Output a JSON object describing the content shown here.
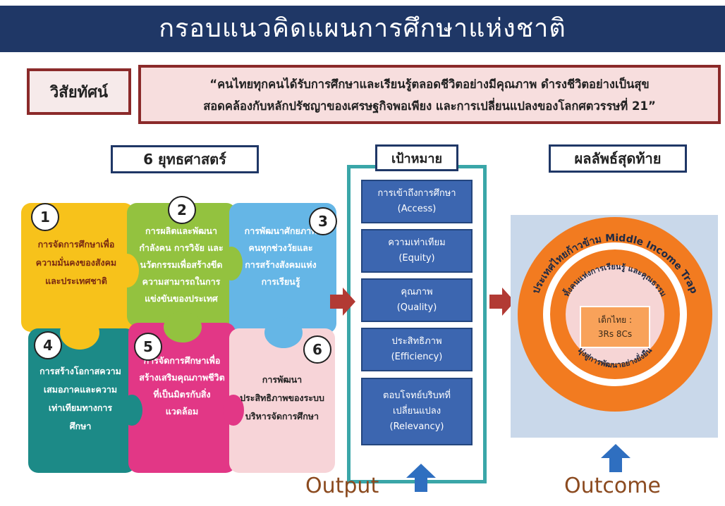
{
  "title": "กรอบแนวคิดแผนการศึกษาแห่งชาติ",
  "vision": {
    "label": "วิสัยทัศน์",
    "line1": "“คนไทยทุกคนได้รับการศึกษาและเรียนรู้ตลอดชีวิตอย่างมีคุณภาพ ดำรงชีวิตอย่างเป็นสุข",
    "line2": "สอดคล้องกับหลักปรัชญาของเศรษฐกิจพอเพียง และการเปลี่ยนแปลงของโลกศตวรรษที่ 21”"
  },
  "strategies": {
    "header": "6 ยุทธศาสตร์",
    "items": [
      {
        "number": "1",
        "text": "การจัดการศึกษาเพื่อความมั่นคงของสังคมและประเทศชาติ"
      },
      {
        "number": "2",
        "text": "การผลิตและพัฒนากำลังคน การวิจัย และนวัตกรรมเพื่อสร้างขีดความสามารถในการแข่งขันของประเทศ"
      },
      {
        "number": "3",
        "text": "การพัฒนาศักยภาพคนทุกช่วงวัยและการสร้างสังคมแห่งการเรียนรู้"
      },
      {
        "number": "4",
        "text": "การสร้างโอกาสความเสมอภาคและความเท่าเทียมทางการศึกษา"
      },
      {
        "number": "5",
        "text": "การจัดการศึกษาเพื่อสร้างเสริมคุณภาพชีวิตที่เป็นมิตรกับสิ่งแวดล้อม"
      },
      {
        "number": "6",
        "text": "การพัฒนาประสิทธิภาพของระบบบริหารจัดการศึกษา"
      }
    ]
  },
  "goals": {
    "header": "เป้าหมาย",
    "items": [
      {
        "th": "การเข้าถึงการศึกษา",
        "en": "(Access)"
      },
      {
        "th": "ความเท่าเทียม",
        "en": "(Equity)"
      },
      {
        "th": "คุณภาพ",
        "en": "(Quality)"
      },
      {
        "th": "ประสิทธิภาพ",
        "en": "(Efficiency)"
      },
      {
        "th": "ตอบโจทย์บริบทที่เปลี่ยนแปลง",
        "en": "(Relevancy)"
      }
    ]
  },
  "outcome": {
    "header": "ผลลัพธ์สุดท้าย",
    "outer_ring": "ประเทศไทยก้าวข้าม Middle Income Trap",
    "middle_ring": "ทั้งคนแห่งการเรียนรู้ และคุณธรรม",
    "lower_ring": "มุ่งสู่การพัฒนาอย่างยั่งยืน",
    "core_line1": "เด็กไทย :",
    "core_line2": "3Rs 8Cs"
  },
  "bottom": {
    "output_label": "Output",
    "outcome_label": "Outcome"
  },
  "colors": {
    "title_bg": "#1f3766",
    "frame_red": "#8b2a2a",
    "goal_blue": "#3c66b0",
    "arrow_red": "#b23a34",
    "arrow_blue": "#2f6fc0",
    "outcome_orange": "#f27b20"
  }
}
